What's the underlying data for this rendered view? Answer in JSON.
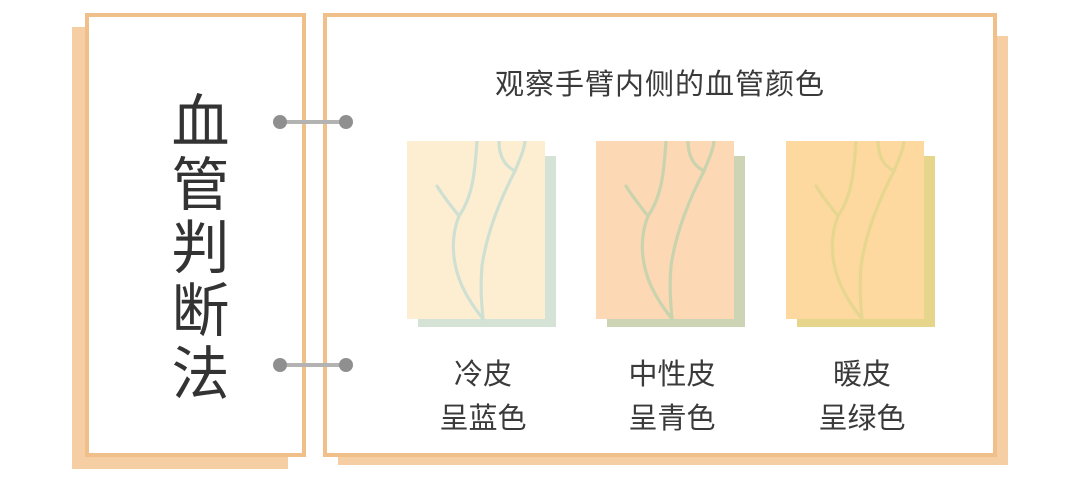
{
  "title": {
    "vertical_text": "血管判断法"
  },
  "main": {
    "subtitle": "观察手臂内侧的血管颜色"
  },
  "swatches": [
    {
      "name": "cool",
      "line1": "冷皮",
      "line2": "呈蓝色",
      "skin_color": "#fdeed1",
      "vein_color": "#cfe0d3",
      "shadow_color": "#d5e3d6"
    },
    {
      "name": "neutral",
      "line1": "中性皮",
      "line2": "呈青色",
      "skin_color": "#fcd8b4",
      "vein_color": "#c9d3ae",
      "shadow_color": "#cdd3b5"
    },
    {
      "name": "warm",
      "line1": "暖皮",
      "line2": "呈绿色",
      "skin_color": "#fdd9a0",
      "vein_color": "#e6d690",
      "shadow_color": "#e6d68c"
    }
  ],
  "colors": {
    "frame_border": "#f1bf89",
    "frame_shadow": "#f5cfa3",
    "connector_bar": "#b3b3b3",
    "connector_dot": "#8f8f8f",
    "text": "#333333"
  }
}
